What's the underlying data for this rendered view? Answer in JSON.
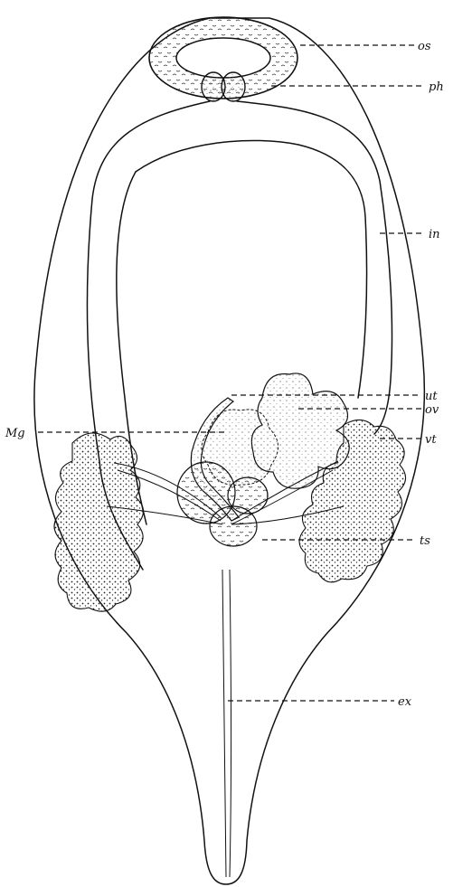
{
  "labels": {
    "os": "os",
    "ph": "ph",
    "in": "in",
    "ut": "ut",
    "ov": "ov",
    "mg": "Mg",
    "vt": "vt",
    "ts": "ts",
    "ex": "ex"
  }
}
